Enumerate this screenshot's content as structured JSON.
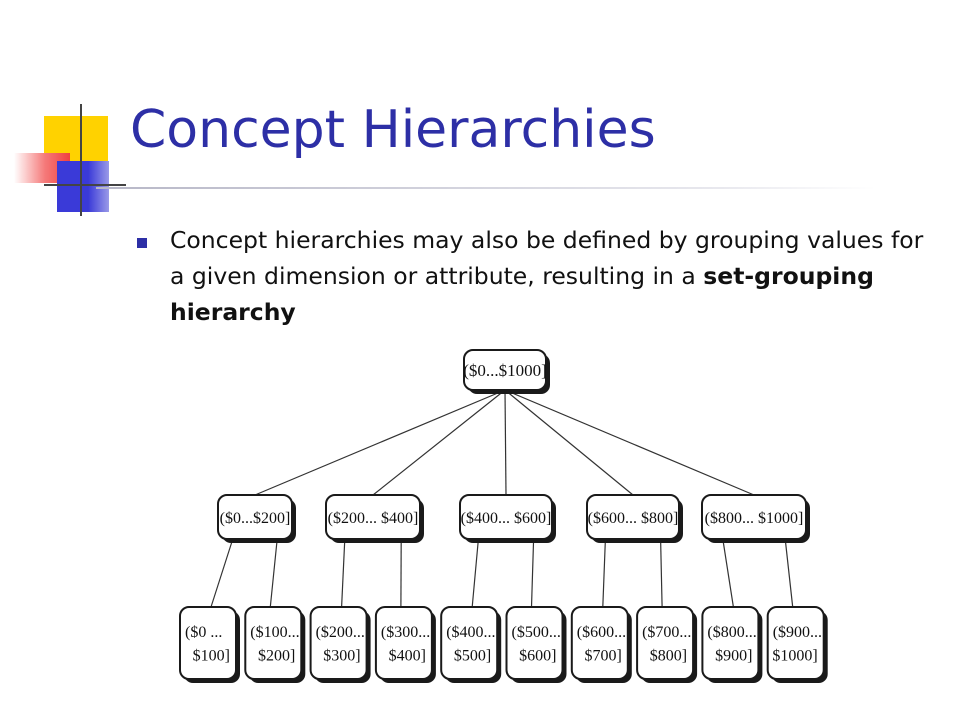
{
  "slide": {
    "title": "Concept Hierarchies",
    "bullet": {
      "text_before": "Concept hierarchies may also be defined by grouping values for a given dimension or attribute, resulting in a ",
      "text_bold": "set-grouping hierarchy"
    }
  },
  "colors": {
    "title": "#2d2fa6",
    "accent_yellow": "#ffd200",
    "accent_blue": "#3a3ad8",
    "accent_red": "#f04040"
  },
  "hierarchy": {
    "root": "($0...$1000]",
    "level1": [
      {
        "label": "($0...$200]",
        "children": [
          [
            "($0 ...",
            "$100]"
          ],
          [
            "($100...",
            "$200]"
          ]
        ]
      },
      {
        "label": "($200... $400]",
        "children": [
          [
            "($200...",
            "$300]"
          ],
          [
            "($300...",
            "$400]"
          ]
        ]
      },
      {
        "label": "($400... $600]",
        "children": [
          [
            "($400...",
            "$500]"
          ],
          [
            "($500...",
            "$600]"
          ]
        ]
      },
      {
        "label": "($600... $800]",
        "children": [
          [
            "($600...",
            "$700]"
          ],
          [
            "($700...",
            "$800]"
          ]
        ]
      },
      {
        "label": "($800... $1000]",
        "children": [
          [
            "($800...",
            "$900]"
          ],
          [
            "($900...",
            "$1000]"
          ]
        ]
      }
    ]
  }
}
